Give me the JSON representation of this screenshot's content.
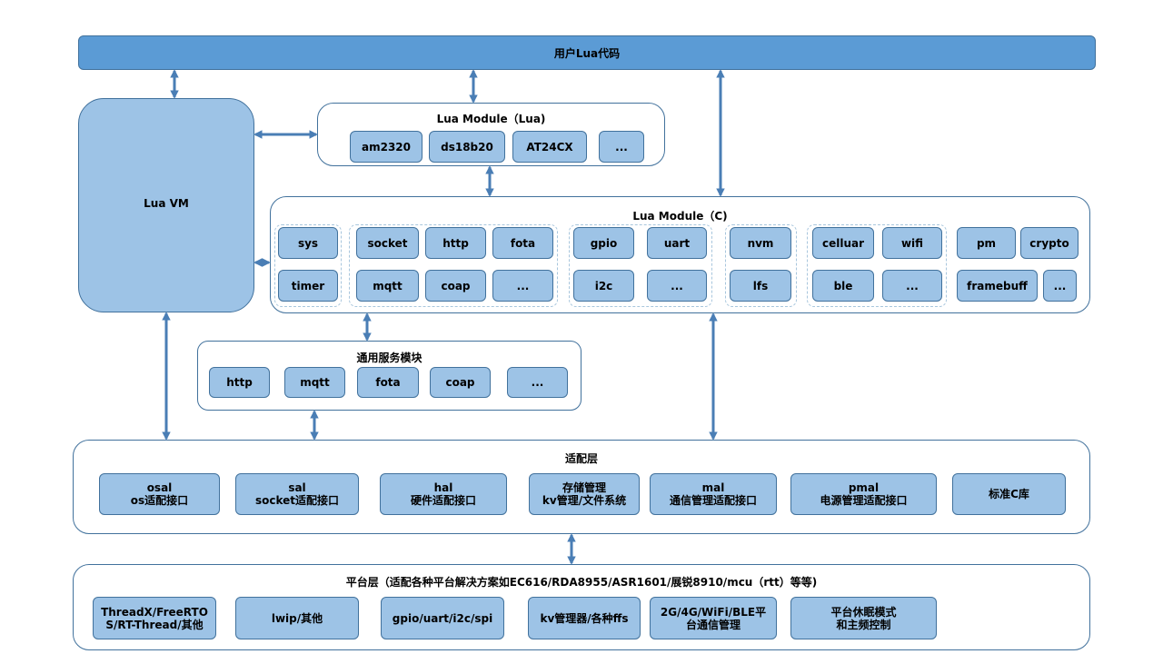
{
  "user_code": {
    "label": "用户Lua代码"
  },
  "lua_vm": {
    "label": "Lua VM"
  },
  "lua_module_lua": {
    "title": "Lua Module（Lua)",
    "items": [
      "am2320",
      "ds18b20",
      "AT24CX",
      "..."
    ]
  },
  "lua_module_c": {
    "title": "Lua Module（C)",
    "groups": [
      {
        "items": [
          "sys",
          "timer"
        ]
      },
      {
        "items": [
          "socket",
          "http",
          "fota",
          "mqtt",
          "coap",
          "..."
        ]
      },
      {
        "items": [
          "gpio",
          "uart",
          "i2c",
          "..."
        ]
      },
      {
        "items": [
          "nvm",
          "lfs"
        ]
      },
      {
        "items": [
          "celluar",
          "wifi",
          "ble",
          "..."
        ]
      },
      {
        "items": [
          "pm",
          "crypto",
          "framebuff",
          "..."
        ]
      }
    ]
  },
  "common_services": {
    "title": "通用服务模块",
    "items": [
      "http",
      "mqtt",
      "fota",
      "coap",
      "..."
    ]
  },
  "adaptation_layer": {
    "title": "适配层",
    "items": [
      "osal\nos适配接口",
      "sal\nsocket适配接口",
      "hal\n硬件适配接口",
      "存储管理\nkv管理/文件系统",
      "mal\n通信管理适配接口",
      "pmal\n电源管理适配接口",
      "标准C库"
    ]
  },
  "platform_layer": {
    "title": "平台层（适配各种平台解决方案如EC616/RDA8955/ASR1601/展锐8910/mcu（rtt）等等)",
    "items": [
      "ThreadX/FreeRTO\nS/RT-Thread/其他",
      "lwip/其他",
      "gpio/uart/i2c/spi",
      "kv管理器/各种ffs",
      "2G/4G/WiFi/BLE平\n台通信管理",
      "平台休眠模式\n和主频控制"
    ]
  },
  "colors": {
    "box_fill": "#9dc3e6",
    "banner_fill": "#5b9bd5",
    "border": "#41719c",
    "arrow": "#4a7eb5"
  }
}
